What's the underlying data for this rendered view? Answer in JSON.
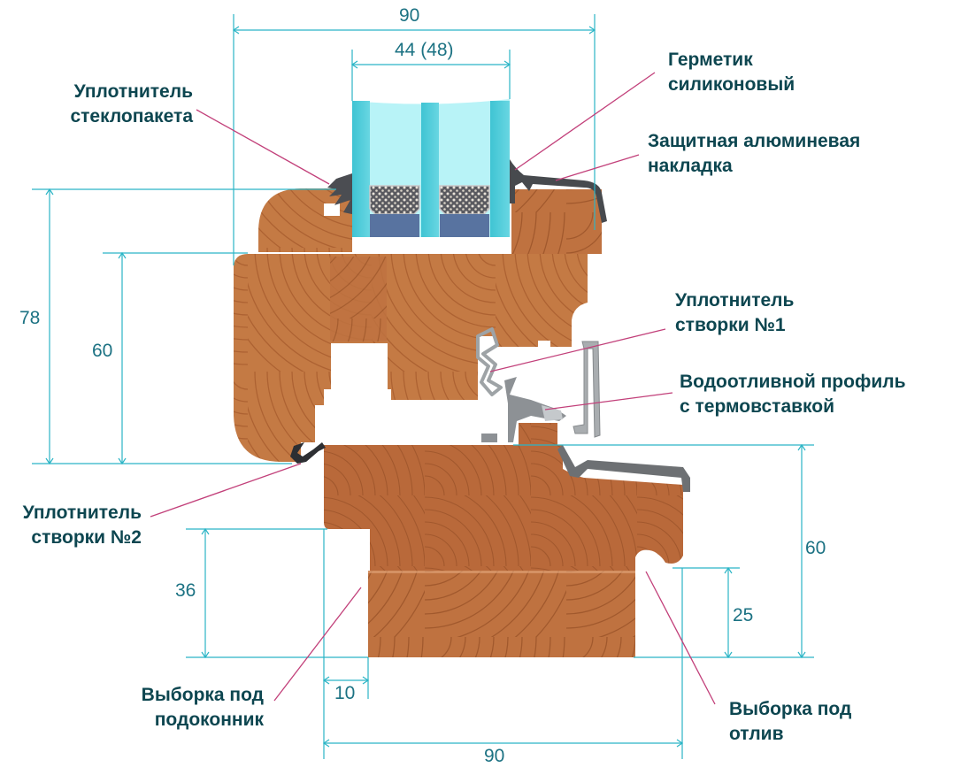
{
  "title": "Сечение деревянного окна (профиль 78 мм)",
  "colors": {
    "label_text": "#0d4650",
    "dimension_text": "#1c7283",
    "dimension_line": "#2bb5c6",
    "leader_line": "#c2407a",
    "wood": "#c0753f",
    "wood_dark": "#9c5428",
    "glass": "#8fe4ee",
    "glass_edge": "#3cc3d2",
    "aluminium": "#4a4d50",
    "seal": "#9da2a5"
  },
  "labels": {
    "glazing_seal": [
      "Уплотнитель",
      "стеклопакета"
    ],
    "silicone_sealant": [
      "Герметик",
      "силиконовый"
    ],
    "aluminium_cover": [
      "Защитная алюминевая",
      "накладка"
    ],
    "sash_seal_1": [
      "Уплотнитель",
      "створки №1"
    ],
    "drip_profile": [
      "Водоотливной профиль",
      "с термовставкой"
    ],
    "sash_seal_2": [
      "Уплотнитель",
      "створки №2"
    ],
    "sill_groove": [
      "Выборка под",
      "подоконник"
    ],
    "drip_groove": [
      "Выборка под",
      "отлив"
    ]
  },
  "dimensions": {
    "sash_width": "90",
    "glass_unit": "44 (48)",
    "sash_height_total": "78",
    "sash_height_inner": "60",
    "frame_height": "60",
    "sill_groove_height": "36",
    "sill_groove_depth": "10",
    "drip_groove_height": "25",
    "frame_width": "90"
  }
}
